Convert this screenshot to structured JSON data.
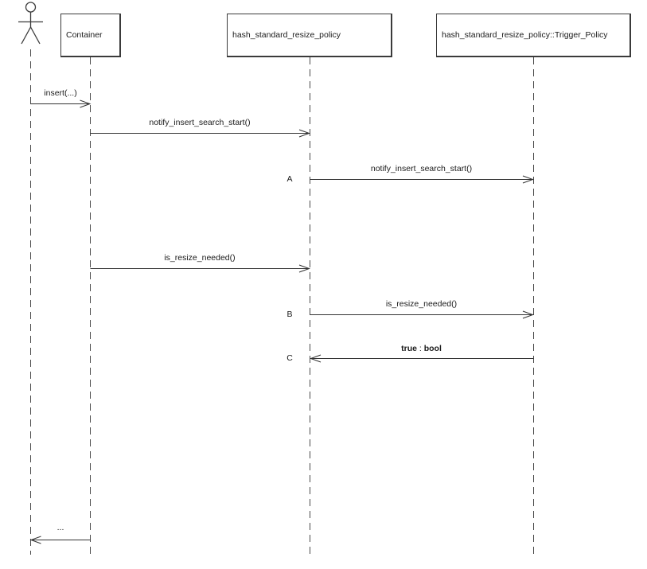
{
  "participants": [
    {
      "label": "Container"
    },
    {
      "label": "hash_standard_resize_policy"
    },
    {
      "label": "hash_standard_resize_policy::Trigger_Policy"
    }
  ],
  "actor": {
    "icon": "stick-figure-actor-icon"
  },
  "messages": [
    {
      "label": "insert(...)"
    },
    {
      "label": "notify_insert_search_start()"
    },
    {
      "marker": "A",
      "label": "notify_insert_search_start()"
    },
    {
      "label": "is_resize_needed()"
    },
    {
      "marker": "B",
      "label": "is_resize_needed()"
    },
    {
      "marker": "C",
      "return_value": "true",
      "separator": " : ",
      "return_type": "bool"
    },
    {
      "label": "..."
    }
  ],
  "colors": {
    "line": "#3a3a3a",
    "lifeline": "#4a4a4a",
    "text": "#1a1a1a",
    "background": "#ffffff"
  }
}
